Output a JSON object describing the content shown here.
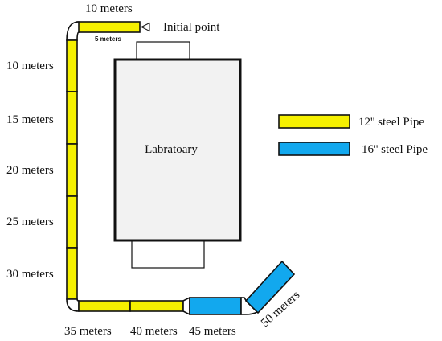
{
  "labels": {
    "initial_point": "Initial point",
    "top_segment": "10 meters",
    "top_sub_segment": "5 meters",
    "left_10": "10 meters",
    "left_15": "15 meters",
    "left_20": "20 meters",
    "left_25": "25 meters",
    "left_30": "30 meters",
    "bottom_35": "35 meters",
    "bottom_40": "40 meters",
    "bottom_45": "45 meters",
    "diagonal_50": "50 meters",
    "building": "Labratoary"
  },
  "legend": {
    "items": [
      {
        "label": "12'' steel Pipe",
        "color": "#f5f000"
      },
      {
        "label": "16'' steel Pipe",
        "color": "#12a8ee"
      }
    ]
  },
  "colors": {
    "pipe_12": "#f5f000",
    "pipe_16": "#12a8ee",
    "outline": "#111111"
  }
}
